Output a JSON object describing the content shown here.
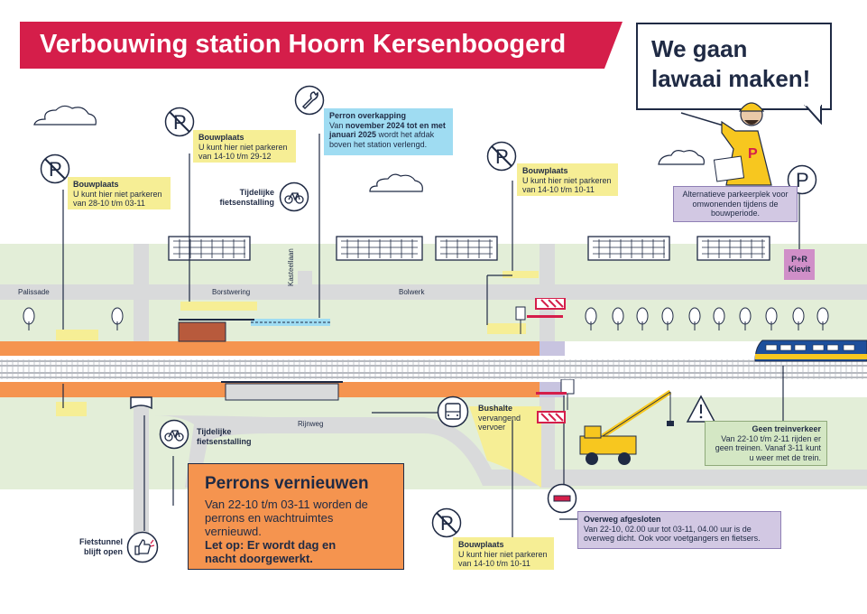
{
  "title": "Verbouwing station Hoorn Kersenboogerd",
  "speech": "We gaan lawaai maken!",
  "streets": {
    "palissade": "Palissade",
    "borstwering": "Borstwering",
    "kasteellaan": "Kasteellaan",
    "bolwerk": "Bolwerk",
    "rijnweg": "Rijnweg"
  },
  "labels": {
    "bike_parking_top": "Tijdelijke fietsenstalling",
    "bike_parking_bottom": "Tijdelijke fietsenstalling",
    "bus_stop_title": "Bushalte",
    "bus_stop_sub": "vervangend vervoer",
    "bike_tunnel": "Fietstunnel blijft open",
    "pr_kievit": "P+R Kievit"
  },
  "boxes": {
    "bouwplaats1": {
      "title": "Bouwplaats",
      "line1": "U kunt hier niet parkeren",
      "line2": "van 28-10 t/m 03-11"
    },
    "bouwplaats2": {
      "title": "Bouwplaats",
      "line1": "U kunt hier niet parkeren",
      "line2": "van 14-10 t/m 29-12"
    },
    "bouwplaats3": {
      "title": "Bouwplaats",
      "line1": "U kunt hier niet parkeren",
      "line2": "van 14-10 t/m 10-11"
    },
    "bouwplaats4": {
      "title": "Bouwplaats",
      "line1": "U kunt hier niet parkeren",
      "line2": "van 14-10 t/m 10-11"
    },
    "perron": {
      "title": "Perron overkapping",
      "text_a": "Van ",
      "bold_a": "november 2024 tot en met januari 2025",
      "text_b": " wordt het afdak boven het station verlengd."
    },
    "parking": {
      "text": "Alternatieve parkeerplek voor omwonenden tijdens de bouwperiode."
    },
    "treinverkeer": {
      "title": "Geen treinverkeer",
      "text": "Van 22-10 t/m 2-11 rijden er geen treinen. Vanaf 3-11 kunt u weer met de trein."
    },
    "overweg": {
      "title": "Overweg afgesloten",
      "text": "Van 22-10, 02.00 uur tot 03-11, 04.00 uur is de overweg dicht. Ook voor voetgangers en fietsers."
    },
    "perrons": {
      "title": "Perrons vernieuwen",
      "text": "Van 22-10 t/m 03-11 worden de perrons en wachtruimtes vernieuwd.",
      "bold": "Let op: Er wordt dag en nacht doorgewerkt."
    }
  },
  "colors": {
    "title_red": "#d51e4a",
    "platform_orange": "#f5944f",
    "grass": "#e3eed8",
    "road": "#d9dadb",
    "yellow_zone": "#f6ee95",
    "train_blue": "#1d4f9c",
    "train_yellow": "#f7c71f"
  },
  "icons": [
    "no-parking-icon",
    "wrench-icon",
    "bicycle-icon",
    "bus-icon",
    "warning-icon",
    "thumbs-up-icon",
    "no-entry-icon",
    "parking-icon",
    "crane-icon",
    "train-icon",
    "worker-icon"
  ]
}
